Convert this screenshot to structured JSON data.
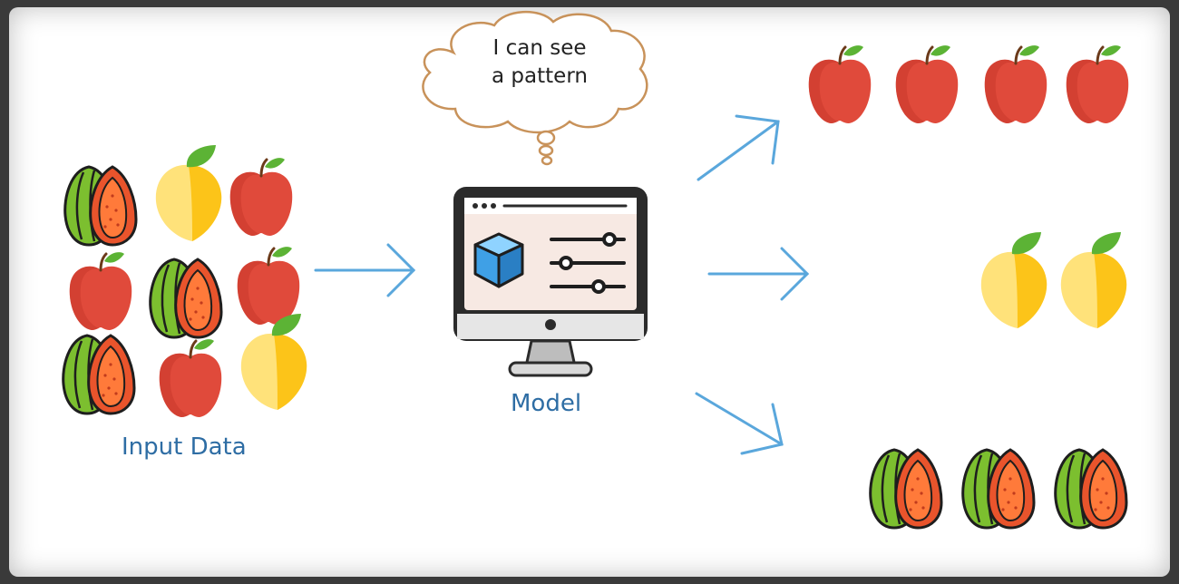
{
  "labels": {
    "input": "Input Data",
    "model": "Model",
    "thought_line1": "I can see",
    "thought_line2": "a pattern"
  },
  "colors": {
    "apple": "#e04a3b",
    "mango": "#fcc419",
    "guava_outer": "#7cbf2f",
    "guava_inner": "#f0562e",
    "arrow": "#5aa7dc",
    "label": "#2e6da4",
    "cloud_stroke": "#c8925a"
  },
  "icons": {
    "apple": "apple-icon",
    "mango": "mango-icon",
    "guava": "guava-icon",
    "computer": "computer-monitor-icon",
    "cube": "cube-icon",
    "sliders": "slider-controls-icon",
    "thought": "thought-bubble-icon",
    "arrow": "arrow-icon"
  }
}
